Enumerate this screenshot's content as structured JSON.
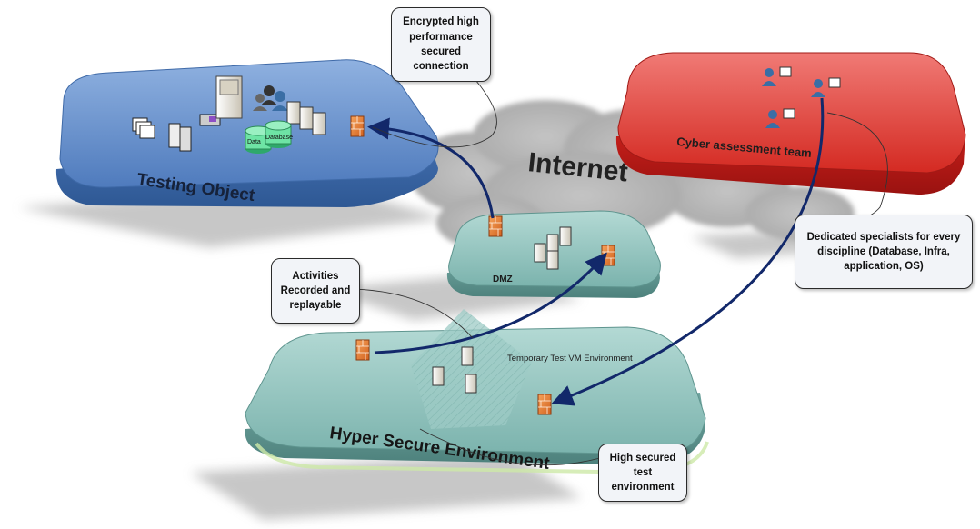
{
  "platforms": {
    "testing_object": "Testing Object",
    "cyber_team": "Cyber assessment team",
    "dmz": "DMZ",
    "hyper_secure": "Hyper Secure Environment",
    "temp_vm": "Temporary Test VM Environment"
  },
  "cloud": {
    "label": "Internet"
  },
  "database_labels": {
    "left": "Data",
    "right": "Database"
  },
  "callouts": {
    "encrypted": "Encrypted high\nperformance\nsecured\nconnection",
    "specialists": "Dedicated specialists for every\ndiscipline (Database, Infra,\napplication, OS)",
    "activities": "Activities\nRecorded and\nreplayable",
    "high_secured": "High secured\ntest\nenvironment"
  },
  "colors": {
    "testing_object": "#5d87c4",
    "cyber_team": "#d8231f",
    "dmz": "#8fc2bd",
    "hyper_secure": "#7bb3ad",
    "firewall": "#e0772c",
    "arrow": "#12286a",
    "cloud": "#b3b3b3"
  }
}
